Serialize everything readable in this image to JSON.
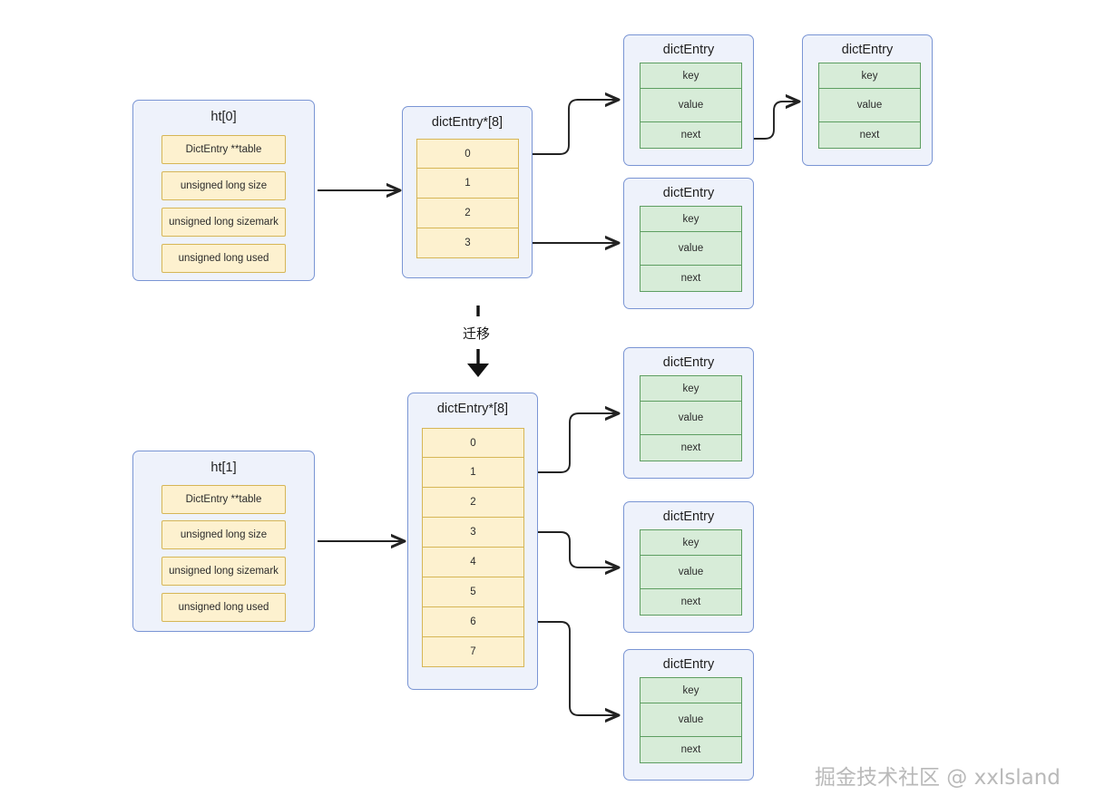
{
  "diagram": {
    "title_ht0": "ht[0]",
    "title_ht1": "ht[1]",
    "array_title": "dictEntry*[8]",
    "entry_title": "dictEntry",
    "migrate_label": "迁移",
    "watermark": "掘金技术社区 @ xxlsland",
    "ht_fields": [
      "DictEntry **table",
      "unsigned long size",
      "unsigned long sizemark",
      "unsigned long used"
    ],
    "entry_fields": [
      "key",
      "value",
      "next"
    ],
    "top_array_cells": [
      "0",
      "1",
      "2",
      "3"
    ],
    "bottom_array_cells": [
      "0",
      "1",
      "2",
      "3",
      "4",
      "5",
      "6",
      "7"
    ],
    "colors": {
      "panel_fill": "#eef2fb",
      "panel_border": "#7a95d4",
      "cell_fill": "#fdf1cf",
      "cell_border": "#d6b656",
      "entry_fill": "#d7ecd8",
      "entry_border": "#5d9e61",
      "arrow": "#222222",
      "watermark": "#b9b9b9",
      "background": "#ffffff"
    }
  }
}
